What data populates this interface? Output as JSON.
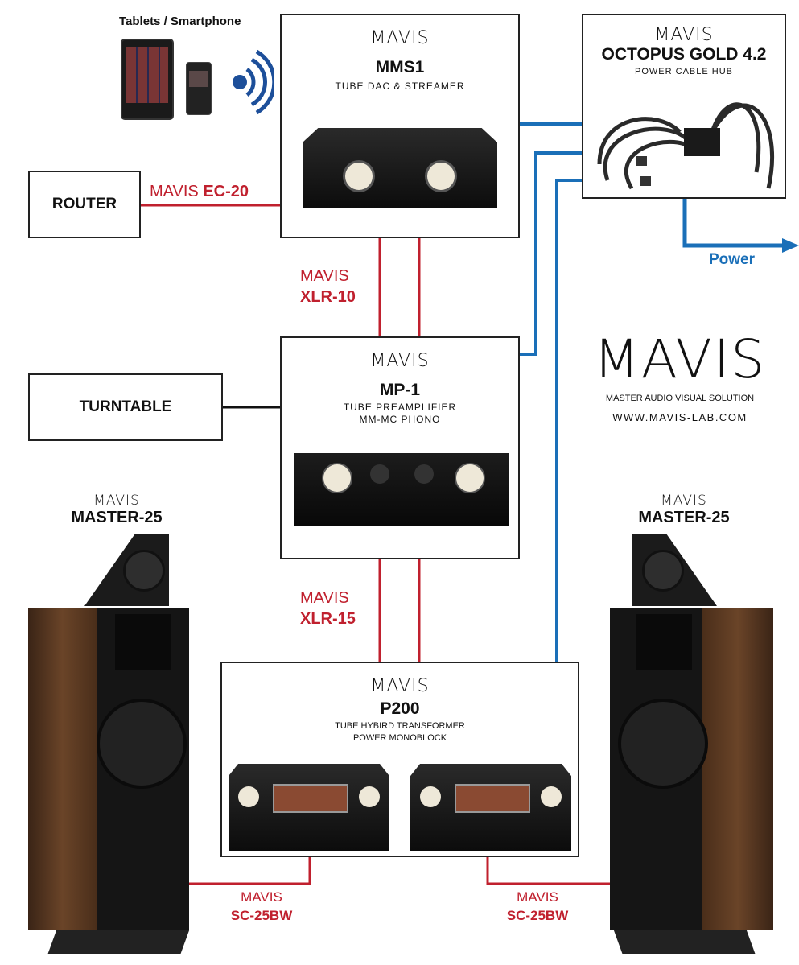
{
  "colors": {
    "signal": "#c0202e",
    "power": "#1a6fb8",
    "border": "#222222",
    "text": "#111111"
  },
  "devices_header": {
    "label": "Tablets / Smartphone",
    "wireless_icon": "wireless-signal-icon"
  },
  "router": {
    "label": "ROUTER"
  },
  "turntable": {
    "label": "TURNTABLE"
  },
  "mms1": {
    "brand": "MAVIS",
    "model": "MMS1",
    "desc": "TUBE DAC & STREAMER"
  },
  "octopus": {
    "brand": "MAVIS",
    "model": "OCTOPUS GOLD 4.2",
    "desc": "POWER CABLE HUB"
  },
  "mp1": {
    "brand": "MAVIS",
    "model": "MP-1",
    "desc1": "TUBE PREAMPLIFIER",
    "desc2": "MM-MC PHONO"
  },
  "p200": {
    "brand": "MAVIS",
    "model": "P200",
    "desc1": "TUBE HYBIRD TRANSFORMER",
    "desc2": "POWER MONOBLOCK"
  },
  "speaker_left": {
    "brand": "MAVIS",
    "model": "MASTER-25"
  },
  "speaker_right": {
    "brand": "MAVIS",
    "model": "MASTER-25"
  },
  "logo": {
    "brand": "MAVIS",
    "tagline": "MASTER AUDIO VISUAL SOLUTION",
    "url": "WWW.MAVIS-LAB.COM"
  },
  "cables": {
    "ec20": {
      "brand": "MAVIS",
      "model": "EC-20"
    },
    "xlr10": {
      "brand": "MAVIS",
      "model": "XLR-10"
    },
    "xlr15": {
      "brand": "MAVIS",
      "model": "XLR-15"
    },
    "sc_left": {
      "brand": "MAVIS",
      "model": "SC-25BW"
    },
    "sc_right": {
      "brand": "MAVIS",
      "model": "SC-25BW"
    }
  },
  "power_label": "Power"
}
